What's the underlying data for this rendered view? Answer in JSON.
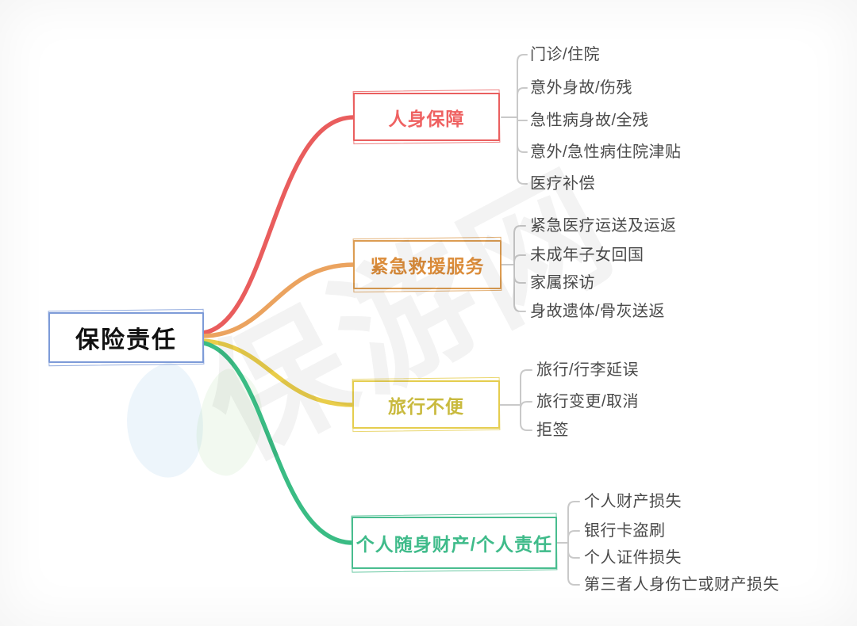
{
  "root": {
    "label": "保险责任",
    "color": "#7d9bd8",
    "label_color": "#111111"
  },
  "branches": [
    {
      "label": "人身保障",
      "color": "#ea5f5f",
      "label_color": "#ef6262",
      "curve_color": "#e95d5d",
      "children": [
        "门诊/住院",
        "意外身故/伤残",
        "急性病身故/全残",
        "意外/急性病住院津贴",
        "医疗补偿"
      ]
    },
    {
      "label": "紧急救援服务",
      "color": "#dc9c52",
      "label_color": "#db8c3a",
      "curve_color": "#eba35f",
      "children": [
        "紧急医疗运送及运返",
        "未成年子女回国",
        "家属探访",
        "身故遗体/骨灰送返"
      ]
    },
    {
      "label": "旅行不便",
      "color": "#e5cd4e",
      "label_color": "#c9ba3e",
      "curve_color": "#e9cd4a",
      "children": [
        "旅行/行李延误",
        "旅行变更/取消",
        "拒签"
      ]
    },
    {
      "label": "个人随身财产/个人责任",
      "color": "#49bd8f",
      "label_color": "#3fbb8a",
      "curve_color": "#3abc84",
      "children": [
        "个人财产损失",
        "银行卡盗刷",
        "个人证件损失",
        "第三者人身伤亡或财产损失"
      ]
    }
  ],
  "palette": {
    "connector": "#c9c9c9",
    "child_text": "#4a4a4a",
    "background": "#ffffff"
  },
  "watermark": {
    "text": "保游网"
  }
}
